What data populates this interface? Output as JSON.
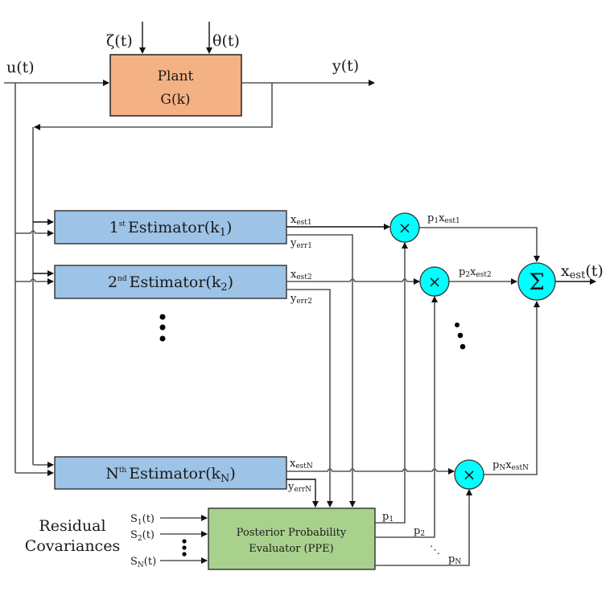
{
  "colors": {
    "plant_fill": "#f4b183",
    "estimator_fill": "#9dc3e6",
    "ppe_fill": "#a9d18e",
    "operator_fill": "#00ffff",
    "line": "#555555"
  },
  "plant": {
    "title": "Plant",
    "transfer": "G(k)",
    "disturbance_1": "ζ(t)",
    "disturbance_2": "θ(t)",
    "input": "u(t)",
    "output": "y(t)"
  },
  "estimators": [
    {
      "ordinal": "1",
      "ordinal_suffix": "st",
      "name": "Estimator(k",
      "param_sub": "1",
      "close": ")",
      "x_out": "x",
      "x_out_sub": "est1",
      "y_out": "y",
      "y_out_sub": "err1"
    },
    {
      "ordinal": "2",
      "ordinal_suffix": "nd",
      "name": "Estimator(k",
      "param_sub": "2",
      "close": ")",
      "x_out": "x",
      "x_out_sub": "est2",
      "y_out": "y",
      "y_out_sub": "err2"
    },
    {
      "ordinal": "N",
      "ordinal_suffix": "th",
      "name": "Estimator(k",
      "param_sub": "N",
      "close": ")",
      "x_out": "x",
      "x_out_sub": "estN",
      "y_out": "y",
      "y_out_sub": "errN"
    }
  ],
  "multipliers": [
    {
      "symbol": "×",
      "out_p": "p",
      "out_p_sub": "1",
      "out_x": "x",
      "out_x_sub": "est1"
    },
    {
      "symbol": "×",
      "out_p": "p",
      "out_p_sub": "2",
      "out_x": "x",
      "out_x_sub": "est2"
    },
    {
      "symbol": "×",
      "out_p": "p",
      "out_p_sub": "N",
      "out_x": "x",
      "out_x_sub": "estN"
    }
  ],
  "summer": {
    "symbol": "Σ",
    "output": "x",
    "output_sub": "est",
    "output_arg": "(t)"
  },
  "ppe": {
    "line1": "Posterior Probability",
    "line2": "Evaluator (PPE)",
    "outputs": [
      {
        "p": "p",
        "sub": "1"
      },
      {
        "p": "p",
        "sub": "2"
      },
      {
        "p": "p",
        "sub": "N"
      }
    ],
    "inputs": [
      {
        "s": "S",
        "sub": "1",
        "arg": "(t)"
      },
      {
        "s": "S",
        "sub": "2",
        "arg": "(t)"
      },
      {
        "s": "S",
        "sub": "N",
        "arg": "(t)"
      }
    ]
  },
  "residual_label": {
    "line1": "Residual",
    "line2": "Covariances"
  },
  "ellipsis": "⋱"
}
